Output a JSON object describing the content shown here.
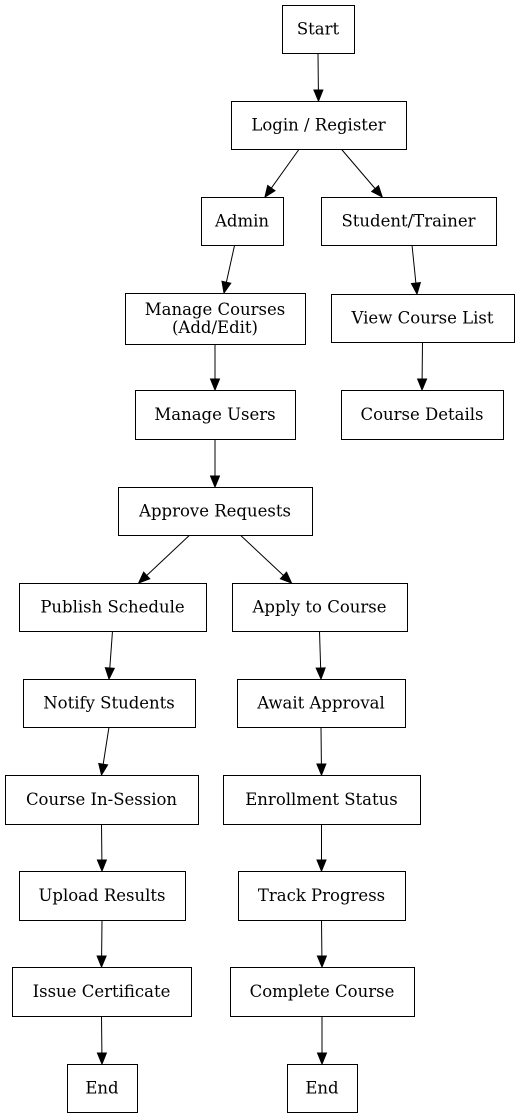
{
  "nodes": [
    {
      "id": "start",
      "lines": [
        "Start"
      ]
    },
    {
      "id": "login",
      "lines": [
        "Login / Register"
      ]
    },
    {
      "id": "admin",
      "lines": [
        "Admin"
      ]
    },
    {
      "id": "student",
      "lines": [
        "Student/Trainer"
      ]
    },
    {
      "id": "manage_courses",
      "lines": [
        "Manage Courses",
        "(Add/Edit)"
      ]
    },
    {
      "id": "view_course_list",
      "lines": [
        "View Course List"
      ]
    },
    {
      "id": "manage_users",
      "lines": [
        "Manage Users"
      ]
    },
    {
      "id": "course_details",
      "lines": [
        "Course Details"
      ]
    },
    {
      "id": "approve_requests",
      "lines": [
        "Approve Requests"
      ]
    },
    {
      "id": "publish_schedule",
      "lines": [
        "Publish Schedule"
      ]
    },
    {
      "id": "apply_to_course",
      "lines": [
        "Apply to Course"
      ]
    },
    {
      "id": "notify_students",
      "lines": [
        "Notify Students"
      ]
    },
    {
      "id": "await_approval",
      "lines": [
        "Await Approval"
      ]
    },
    {
      "id": "course_in_session",
      "lines": [
        "Course In-Session"
      ]
    },
    {
      "id": "enrollment_status",
      "lines": [
        "Enrollment Status"
      ]
    },
    {
      "id": "upload_results",
      "lines": [
        "Upload Results"
      ]
    },
    {
      "id": "track_progress",
      "lines": [
        "Track Progress"
      ]
    },
    {
      "id": "issue_certificate",
      "lines": [
        "Issue Certificate"
      ]
    },
    {
      "id": "complete_course",
      "lines": [
        "Complete Course"
      ]
    },
    {
      "id": "end_admin",
      "lines": [
        "End"
      ]
    },
    {
      "id": "end_student",
      "lines": [
        "End"
      ]
    }
  ],
  "edges": [
    {
      "from": "start",
      "to": "login"
    },
    {
      "from": "login",
      "to": "admin"
    },
    {
      "from": "login",
      "to": "student"
    },
    {
      "from": "admin",
      "to": "manage_courses"
    },
    {
      "from": "student",
      "to": "view_course_list"
    },
    {
      "from": "manage_courses",
      "to": "manage_users"
    },
    {
      "from": "view_course_list",
      "to": "course_details"
    },
    {
      "from": "manage_users",
      "to": "approve_requests"
    },
    {
      "from": "approve_requests",
      "to": "publish_schedule"
    },
    {
      "from": "approve_requests",
      "to": "apply_to_course"
    },
    {
      "from": "publish_schedule",
      "to": "notify_students"
    },
    {
      "from": "apply_to_course",
      "to": "await_approval"
    },
    {
      "from": "notify_students",
      "to": "course_in_session"
    },
    {
      "from": "await_approval",
      "to": "enrollment_status"
    },
    {
      "from": "course_in_session",
      "to": "upload_results"
    },
    {
      "from": "enrollment_status",
      "to": "track_progress"
    },
    {
      "from": "upload_results",
      "to": "issue_certificate"
    },
    {
      "from": "track_progress",
      "to": "complete_course"
    },
    {
      "from": "issue_certificate",
      "to": "end_admin"
    },
    {
      "from": "complete_course",
      "to": "end_student"
    }
  ]
}
